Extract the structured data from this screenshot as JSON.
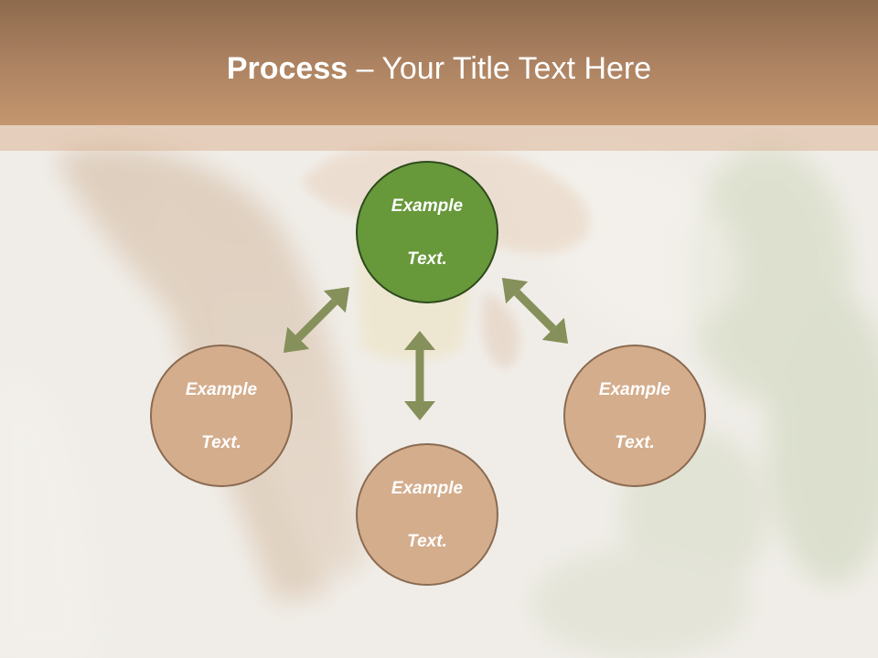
{
  "slide": {
    "title_bold": "Process",
    "title_rest": " – Your Title Text Here"
  },
  "colors": {
    "header": "#b08565",
    "center_fill": "#67983a",
    "center_border": "#2e4a1c",
    "node_fill": "#d4ad8d",
    "node_border": "#8a6b51",
    "arrow": "#85905a"
  },
  "diagram": {
    "center": {
      "line1": "Example",
      "line2": "Text."
    },
    "left": {
      "line1": "Example",
      "line2": "Text."
    },
    "bottom": {
      "line1": "Example",
      "line2": "Text."
    },
    "right": {
      "line1": "Example",
      "line2": "Text."
    }
  }
}
